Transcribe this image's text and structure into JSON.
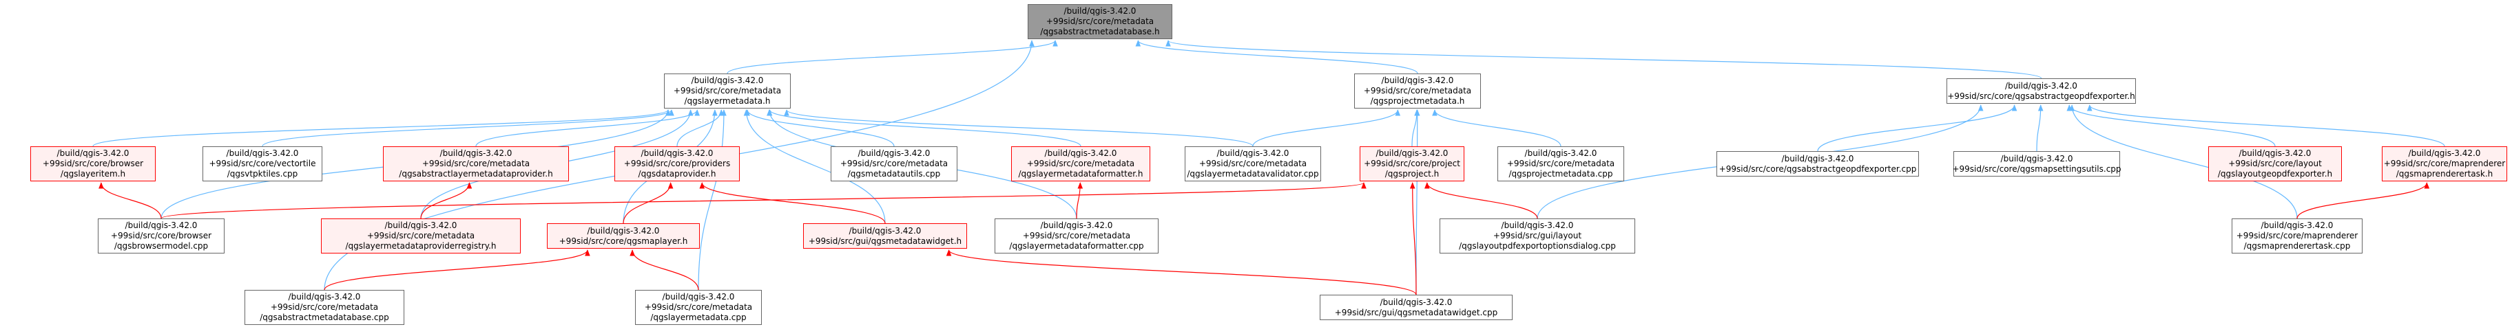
{
  "diagram": {
    "title": "",
    "colors": {
      "edge": "#63B8FF",
      "red_edge": "#FF0000",
      "root_fill": "#999999",
      "highlight_border": "#FF0000"
    },
    "nodes": [
      {
        "id": "root",
        "label": "/build/qgis-3.42.0\n+99sid/src/core/metadata\n/qgsabstractmetadatabase.h",
        "style": "root"
      },
      {
        "id": "layermetadata_h",
        "label": "/build/qgis-3.42.0\n+99sid/src/core/metadata\n/qgslayermetadata.h",
        "style": "normal"
      },
      {
        "id": "projectmetadata_h",
        "label": "/build/qgis-3.42.0\n+99sid/src/core/metadata\n/qgsprojectmetadata.h",
        "style": "normal"
      },
      {
        "id": "abstractgeopdf_h",
        "label": "/build/qgis-3.42.0\n+99sid/src/core/qgsabstractgeopdfexporter.h",
        "style": "normal"
      },
      {
        "id": "layeritem_h",
        "label": "/build/qgis-3.42.0\n+99sid/src/core/browser\n/qgslayeritem.h",
        "style": "red"
      },
      {
        "id": "vtpktiles_cpp",
        "label": "/build/qgis-3.42.0\n+99sid/src/core/vectortile\n/qgsvtpktiles.cpp",
        "style": "normal"
      },
      {
        "id": "abstractlayermetadataprovider_h",
        "label": "/build/qgis-3.42.0\n+99sid/src/core/metadata\n/qgsabstractlayermetadataprovider.h",
        "style": "red"
      },
      {
        "id": "dataprovider_h",
        "label": "/build/qgis-3.42.0\n+99sid/src/core/providers\n/qgsdataprovider.h",
        "style": "red"
      },
      {
        "id": "metadatautils_cpp",
        "label": "/build/qgis-3.42.0\n+99sid/src/core/metadata\n/qgsmetadatautils.cpp",
        "style": "normal"
      },
      {
        "id": "layermetadataformatter_h",
        "label": "/build/qgis-3.42.0\n+99sid/src/core/metadata\n/qgslayermetadataformatter.h",
        "style": "red"
      },
      {
        "id": "layermetadatavalidator_cpp",
        "label": "/build/qgis-3.42.0\n+99sid/src/core/metadata\n/qgslayermetadatavalidator.cpp",
        "style": "normal"
      },
      {
        "id": "project_h",
        "label": "/build/qgis-3.42.0\n+99sid/src/core/project\n/qgsproject.h",
        "style": "red"
      },
      {
        "id": "projectmetadata_cpp",
        "label": "/build/qgis-3.42.0\n+99sid/src/core/metadata\n/qgsprojectmetadata.cpp",
        "style": "normal"
      },
      {
        "id": "abstractgeopdf_cpp",
        "label": "/build/qgis-3.42.0\n+99sid/src/core/qgsabstractgeopdfexporter.cpp",
        "style": "normal"
      },
      {
        "id": "mapsettingsutils_cpp",
        "label": "/build/qgis-3.42.0\n+99sid/src/core/qgsmapsettingsutils.cpp",
        "style": "normal"
      },
      {
        "id": "layoutgeopdf_h",
        "label": "/build/qgis-3.42.0\n+99sid/src/core/layout\n/qgslayoutgeopdfexporter.h",
        "style": "red"
      },
      {
        "id": "maprenderertask_h",
        "label": "/build/qgis-3.42.0\n+99sid/src/core/maprenderer\n/qgsmaprenderertask.h",
        "style": "red"
      },
      {
        "id": "browsermodel_cpp",
        "label": "/build/qgis-3.42.0\n+99sid/src/core/browser\n/qgsbrowsermodel.cpp",
        "style": "normal"
      },
      {
        "id": "layermetadataproviderregistry_h",
        "label": "/build/qgis-3.42.0\n+99sid/src/core/metadata\n/qgslayermetadataproviderregistry.h",
        "style": "red"
      },
      {
        "id": "maplayer_h",
        "label": "/build/qgis-3.42.0\n+99sid/src/core/qgsmaplayer.h",
        "style": "red"
      },
      {
        "id": "metadatawidget_h",
        "label": "/build/qgis-3.42.0\n+99sid/src/gui/qgsmetadatawidget.h",
        "style": "red"
      },
      {
        "id": "layermetadataformatter_cpp",
        "label": "/build/qgis-3.42.0\n+99sid/src/core/metadata\n/qgslayermetadataformatter.cpp",
        "style": "normal"
      },
      {
        "id": "layoutpdfexportoptionsdialog_cpp",
        "label": "/build/qgis-3.42.0\n+99sid/src/gui/layout\n/qgslayoutpdfexportoptionsdialog.cpp",
        "style": "normal"
      },
      {
        "id": "maprenderertask_cpp",
        "label": "/build/qgis-3.42.0\n+99sid/src/core/maprenderer\n/qgsmaprenderertask.cpp",
        "style": "normal"
      },
      {
        "id": "abstractmetadatabase_cpp",
        "label": "/build/qgis-3.42.0\n+99sid/src/core/metadata\n/qgsabstractmetadatabase.cpp",
        "style": "normal"
      },
      {
        "id": "layermetadata_cpp",
        "label": "/build/qgis-3.42.0\n+99sid/src/core/metadata\n/qgslayermetadata.cpp",
        "style": "normal"
      },
      {
        "id": "metadatawidget_cpp",
        "label": "/build/qgis-3.42.0\n+99sid/src/gui/qgsmetadatawidget.cpp",
        "style": "normal"
      }
    ],
    "edges": [
      {
        "from": "layermetadata_h",
        "to": "root"
      },
      {
        "from": "projectmetadata_h",
        "to": "root"
      },
      {
        "from": "abstractgeopdf_h",
        "to": "root"
      },
      {
        "from": "abstractmetadatabase_cpp",
        "to": "root"
      },
      {
        "from": "layeritem_h",
        "to": "layermetadata_h"
      },
      {
        "from": "vtpktiles_cpp",
        "to": "layermetadata_h"
      },
      {
        "from": "abstractlayermetadataprovider_h",
        "to": "layermetadata_h"
      },
      {
        "from": "dataprovider_h",
        "to": "layermetadata_h"
      },
      {
        "from": "metadatautils_cpp",
        "to": "layermetadata_h"
      },
      {
        "from": "layermetadataformatter_h",
        "to": "layermetadata_h"
      },
      {
        "from": "layermetadatavalidator_cpp",
        "to": "layermetadata_h"
      },
      {
        "from": "browsermodel_cpp",
        "to": "layermetadata_h"
      },
      {
        "from": "layermetadataproviderregistry_h",
        "to": "layermetadata_h"
      },
      {
        "from": "maplayer_h",
        "to": "layermetadata_h"
      },
      {
        "from": "metadatawidget_h",
        "to": "layermetadata_h"
      },
      {
        "from": "layermetadataformatter_cpp",
        "to": "layermetadata_h"
      },
      {
        "from": "layermetadata_cpp",
        "to": "layermetadata_h"
      },
      {
        "from": "layermetadatavalidator_cpp",
        "to": "projectmetadata_h"
      },
      {
        "from": "project_h",
        "to": "projectmetadata_h"
      },
      {
        "from": "projectmetadata_cpp",
        "to": "projectmetadata_h"
      },
      {
        "from": "metadatawidget_cpp",
        "to": "projectmetadata_h"
      },
      {
        "from": "abstractgeopdf_cpp",
        "to": "abstractgeopdf_h"
      },
      {
        "from": "mapsettingsutils_cpp",
        "to": "abstractgeopdf_h"
      },
      {
        "from": "layoutgeopdf_h",
        "to": "abstractgeopdf_h"
      },
      {
        "from": "maprenderertask_h",
        "to": "abstractgeopdf_h"
      },
      {
        "from": "layoutpdfexportoptionsdialog_cpp",
        "to": "abstractgeopdf_h"
      },
      {
        "from": "maprenderertask_cpp",
        "to": "abstractgeopdf_h"
      },
      {
        "from": "browsermodel_cpp",
        "to": "layeritem_h",
        "color": "red"
      },
      {
        "from": "layermetadataproviderregistry_h",
        "to": "abstractlayermetadataprovider_h",
        "color": "red"
      },
      {
        "from": "maplayer_h",
        "to": "dataprovider_h",
        "color": "red"
      },
      {
        "from": "metadatawidget_h",
        "to": "dataprovider_h",
        "color": "red"
      },
      {
        "from": "layermetadataformatter_cpp",
        "to": "layermetadataformatter_h",
        "color": "red"
      },
      {
        "from": "browsermodel_cpp",
        "to": "project_h",
        "color": "red"
      },
      {
        "from": "layoutpdfexportoptionsdialog_cpp",
        "to": "project_h",
        "color": "red"
      },
      {
        "from": "metadatawidget_cpp",
        "to": "project_h",
        "color": "red"
      },
      {
        "from": "maprenderertask_cpp",
        "to": "maprenderertask_h",
        "color": "red"
      },
      {
        "from": "abstractmetadatabase_cpp",
        "to": "maplayer_h",
        "color": "red"
      },
      {
        "from": "layermetadata_cpp",
        "to": "maplayer_h",
        "color": "red"
      },
      {
        "from": "metadatawidget_cpp",
        "to": "metadatawidget_h",
        "color": "red"
      }
    ]
  }
}
